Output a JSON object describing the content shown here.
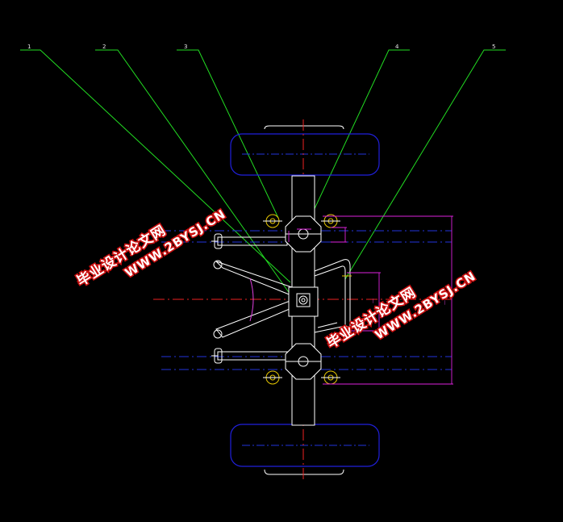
{
  "leader_labels": [
    "1",
    "2",
    "3",
    "4",
    "5"
  ],
  "watermark": {
    "line1": "毕业设计论文网",
    "line2": "WWW.2BYSJ.CN"
  },
  "colors": {
    "background": "#000000",
    "part_outline": "#ffffff",
    "leader_line": "#22dd22",
    "centerline_red": "#ee2222",
    "centerline_blue": "#2233dd",
    "dimension": "#dd22dd",
    "wheel_outline": "#2020dd",
    "bearing_yellow": "#e8c800",
    "watermark_fill": "#ffffff",
    "watermark_stroke": "#cc1010"
  }
}
